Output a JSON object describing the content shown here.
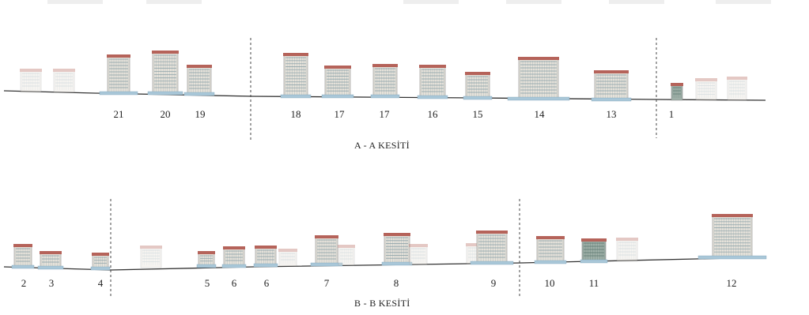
{
  "sections": [
    {
      "id": "a",
      "title": "A - A KESİTİ",
      "labels": [
        "21",
        "20",
        "19",
        "18",
        "17",
        "17",
        "16",
        "15",
        "14",
        "13",
        "1"
      ]
    },
    {
      "id": "b",
      "title": "B - B KESİTİ",
      "labels": [
        "2",
        "3",
        "4",
        "5",
        "6",
        "6",
        "7",
        "8",
        "9",
        "10",
        "11",
        "12"
      ]
    }
  ]
}
